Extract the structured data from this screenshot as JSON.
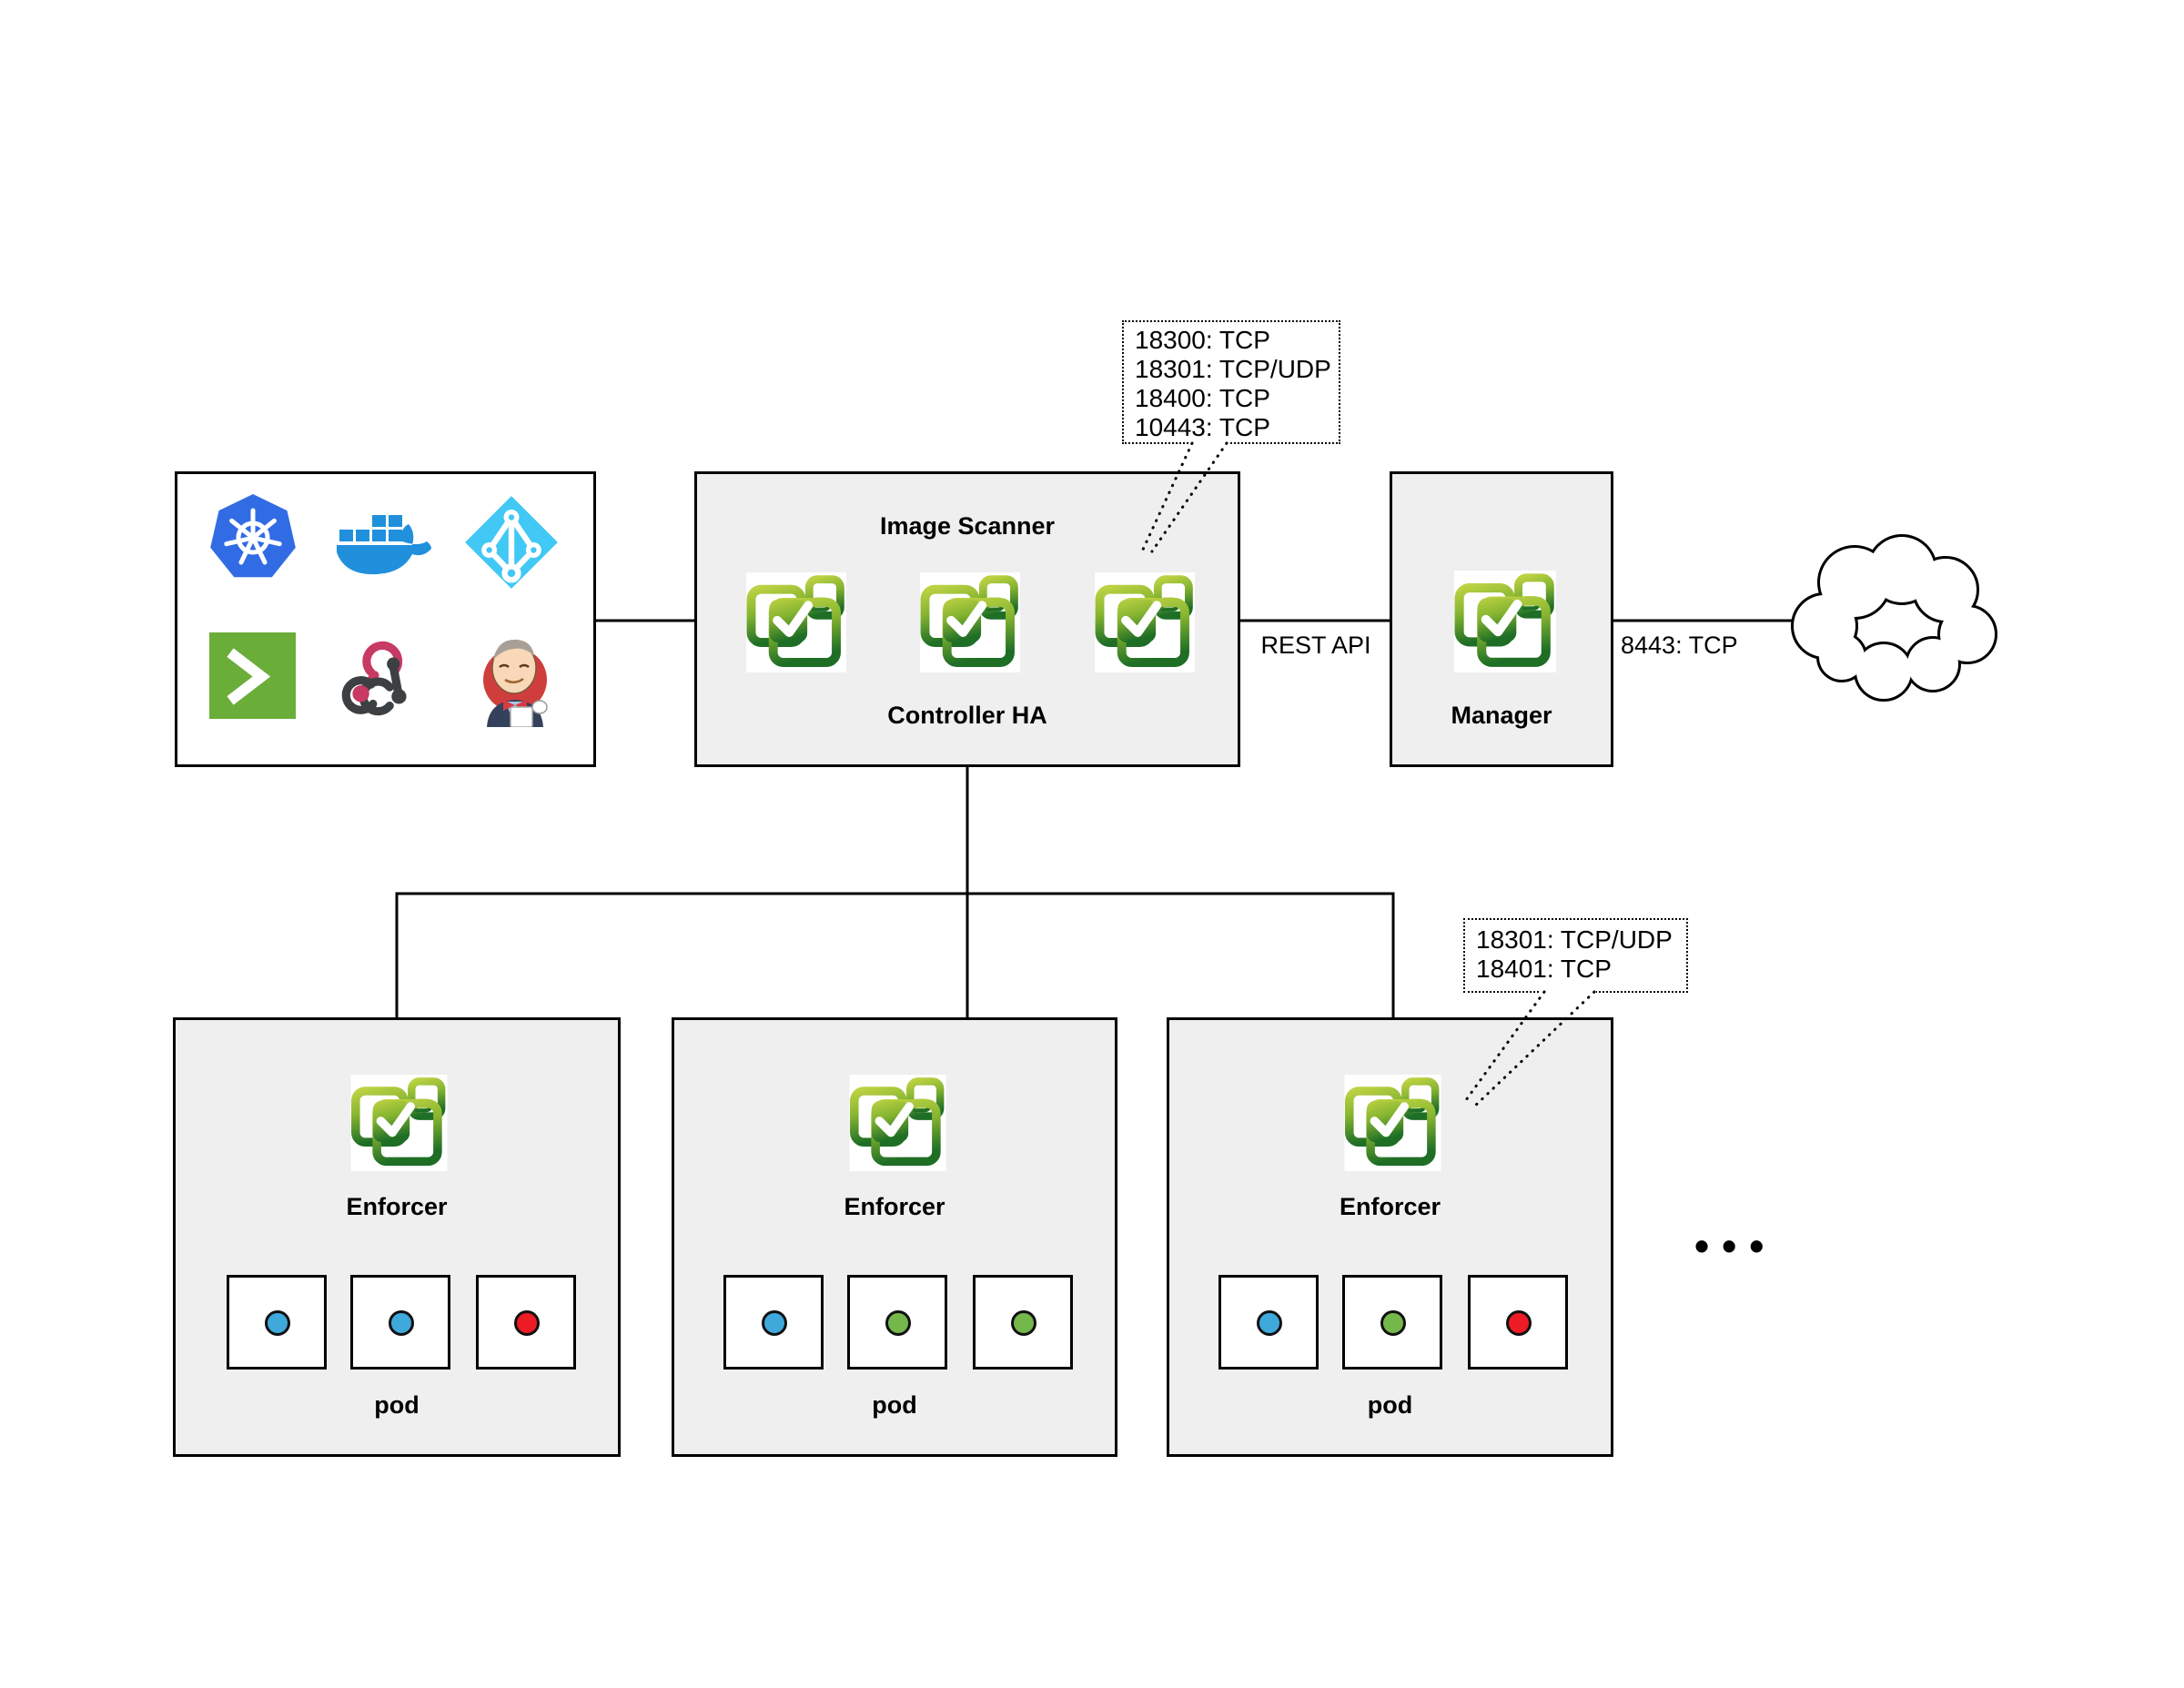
{
  "diagram": {
    "sources": {
      "icons": [
        "kubernetes",
        "docker",
        "azure-ad",
        "terminal",
        "webhook",
        "jenkins"
      ]
    },
    "controller": {
      "title": "Image Scanner",
      "subtitle": "Controller HA"
    },
    "manager": {
      "label": "Manager"
    },
    "links": {
      "rest_api": "REST API",
      "manager_cloud": "8443: TCP"
    },
    "callouts": {
      "controller_ports": [
        "18300: TCP",
        "18301: TCP/UDP",
        "18400: TCP",
        "10443: TCP"
      ],
      "enforcer_ports": [
        "18301: TCP/UDP",
        "18401: TCP"
      ]
    },
    "enforcers": [
      {
        "label": "Enforcer",
        "pod_label": "pod",
        "containers": [
          "blue",
          "blue",
          "red"
        ]
      },
      {
        "label": "Enforcer",
        "pod_label": "pod",
        "containers": [
          "blue",
          "green",
          "green"
        ]
      },
      {
        "label": "Enforcer",
        "pod_label": "pod",
        "containers": [
          "blue",
          "green",
          "red"
        ]
      }
    ],
    "ellipsis": "•••",
    "colors": {
      "box_fill": "#efefef",
      "container_blue": "#3fa9dc",
      "container_green": "#74b74a",
      "container_red": "#ed1b24",
      "kubernetes_blue": "#326ce5",
      "docker_blue": "#2090dc",
      "azure_cyan": "#41c8f4",
      "terminal_green": "#6bad39",
      "webhook_crimson": "#c73a63",
      "webhook_dark": "#3d4043",
      "jenkins_red": "#cf3d3d",
      "logo_green_light": "#b9cf3e",
      "logo_green_dark": "#1e6e26"
    }
  }
}
